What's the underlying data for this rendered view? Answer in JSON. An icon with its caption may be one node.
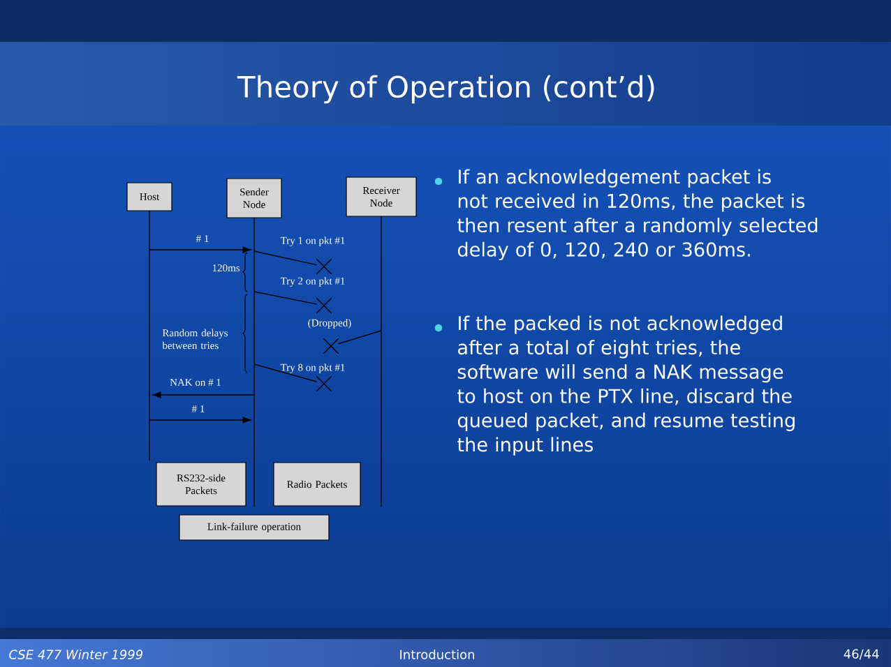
{
  "diagram": {
    "title": "Theory of Operation (cont’d)",
    "nodes": [
      {
        "text": [
          "Host"
        ]
      },
      {
        "text": [
          "Sender Node"
        ]
      },
      {
        "text": [
          "Receiver Node"
        ]
      },
      {
        "text": [
          "RS232-side Packets"
        ]
      },
      {
        "text": [
          "Radio Packets"
        ]
      },
      {
        "text": [
          "Link-failure operation"
        ]
      },
      {
        "text": [],
        "shape": "cross"
      },
      {
        "text": [],
        "shape": "cross"
      },
      {
        "text": [],
        "shape": "cross"
      },
      {
        "text": [],
        "shape": "cross"
      },
      {
        "text": [],
        "shape": "bar"
      },
      {
        "text": [],
        "shape": "bar"
      },
      {
        "text": [],
        "shape": "bar"
      }
    ],
    "edges": [
      {
        "from": 10,
        "to": 11,
        "arrow": "to",
        "label": "# 1"
      },
      {
        "from": 11,
        "to": 6,
        "arrow": "none",
        "label": "Try 1 on pkt #1"
      },
      {
        "from": 11,
        "to": 7,
        "arrow": "none",
        "label": "Try 2 on pkt #1"
      },
      {
        "from": 12,
        "to": 8,
        "arrow": "none",
        "label": "(Dropped)"
      },
      {
        "from": 11,
        "to": 9,
        "arrow": "none",
        "label": "Try 8 on pkt #1"
      },
      {
        "from": 11,
        "to": 10,
        "arrow": "to",
        "label": "NAK on # 1"
      },
      {
        "from": 10,
        "to": 11,
        "arrow": "to",
        "label": "# 1"
      }
    ],
    "labels": [
      "120ms",
      "Random delays between tries",
      "If an acknowledgement packet is not received in 120ms, the packet is then resent after a randomly selected delay of 0, 120, 240 or 360ms.",
      "If the packed is not acknowledged after a total of eight tries, the software will send a NAK message to host on the PTX line, discard the queued packet, and resume testing the input lines",
      "CSE 477 Winter 1999",
      "Introduction",
      "46/44"
    ]
  }
}
